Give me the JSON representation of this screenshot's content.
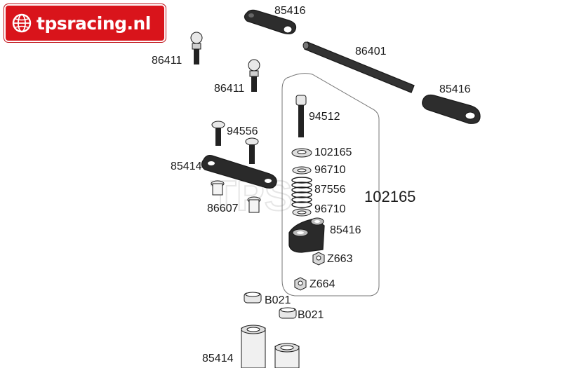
{
  "brand": {
    "name": "tpsracing.nl"
  },
  "watermark": "TPS",
  "parts": {
    "rod_end_top": "85416",
    "ball_stud_1": "86411",
    "ball_stud_2": "86411",
    "turnbuckle": "86401",
    "rod_end_right": "85416",
    "cap_screw": "94512",
    "button_screw": "94556",
    "kit": "102165",
    "spacer_top": "102165",
    "washer_1": "96710",
    "spring": "87556",
    "washer_2": "96710",
    "bellcrank_link": "85414",
    "bushing": "86607",
    "steering_arm": "85416",
    "nut_1": "Z663",
    "nut_2": "Z664",
    "bearing_1": "B021",
    "bearing_2": "B021",
    "post": "85414"
  },
  "colors": {
    "brand_red": "#d9141b",
    "line": "#1a1a1a"
  }
}
